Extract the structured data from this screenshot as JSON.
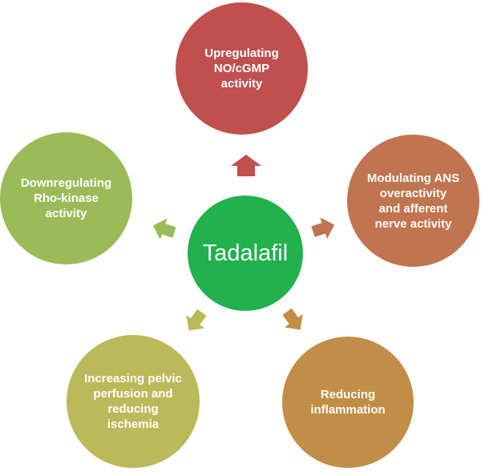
{
  "center": {
    "label": "Tadalafil",
    "color": "#22b14c"
  },
  "nodes": [
    {
      "id": "no-cgmp",
      "label": "Upregulating\nNO/cGMP\nactivity",
      "color": "#c0504d"
    },
    {
      "id": "ans",
      "label": "Modulating ANS\noveractivity\nand afferent\nnerve activity",
      "color": "#c0744f"
    },
    {
      "id": "inflammation",
      "label": "Reducing\ninflammation",
      "color": "#c08e46"
    },
    {
      "id": "perfusion",
      "label": "Increasing pelvic\nperfusion and\nreducing\nischemia",
      "color": "#bcb95b"
    },
    {
      "id": "rho-kinase",
      "label": "Downregulating\nRho-kinase\nactivity",
      "color": "#9bbb59"
    }
  ]
}
